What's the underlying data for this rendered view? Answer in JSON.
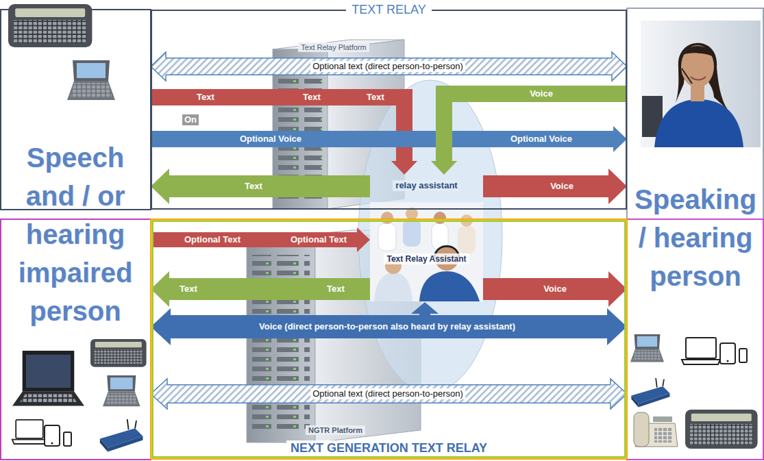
{
  "diagram": {
    "nodes": [
      {
        "text": [
          "Speech and / or hearing impaired person"
        ]
      },
      {
        "text": [
          "TEXT RELAY"
        ]
      },
      {
        "text": [
          "Text Relay Platform"
        ],
        "in": 1
      },
      {
        "text": [
          "relay assistant",
          "Text Relay Assistant"
        ]
      },
      {
        "text": [
          "NEXT GENERATION TEXT RELAY"
        ]
      },
      {
        "text": [
          "NGTR Platform"
        ],
        "in": 4
      },
      {
        "text": [
          "Speaking / hearing person"
        ]
      }
    ],
    "edges": [
      {
        "from": 0,
        "to": 6,
        "arrow": "both",
        "label": "Optional text (direct person-to-person)"
      },
      {
        "from": 0,
        "to": 3,
        "arrow": "to",
        "label": "Text"
      },
      {
        "from": 0,
        "to": 6,
        "arrow": "to",
        "label": "Optional Voice"
      },
      {
        "from": 6,
        "to": 3,
        "arrow": "to",
        "label": "Voice"
      },
      {
        "from": 3,
        "to": 0,
        "arrow": "to",
        "label": "Text"
      },
      {
        "from": 3,
        "to": 6,
        "arrow": "to",
        "label": "Voice"
      },
      {
        "from": 0,
        "to": 3,
        "arrow": "to",
        "label": "Optional Text"
      },
      {
        "from": 3,
        "to": 0,
        "arrow": "to",
        "label": "Text"
      },
      {
        "from": 3,
        "to": 6,
        "arrow": "to",
        "label": "Voice"
      },
      {
        "from": 0,
        "to": 6,
        "arrow": "both",
        "label": "Voice (direct person-to-person also heard by relay assistant)"
      },
      {
        "from": 0,
        "to": 6,
        "arrow": "both",
        "label": "Optional text (direct person-to-person)"
      }
    ],
    "labels": [
      "Text",
      "Text",
      "On",
      "Optional Voice",
      "Optional Text",
      "Text"
    ]
  }
}
